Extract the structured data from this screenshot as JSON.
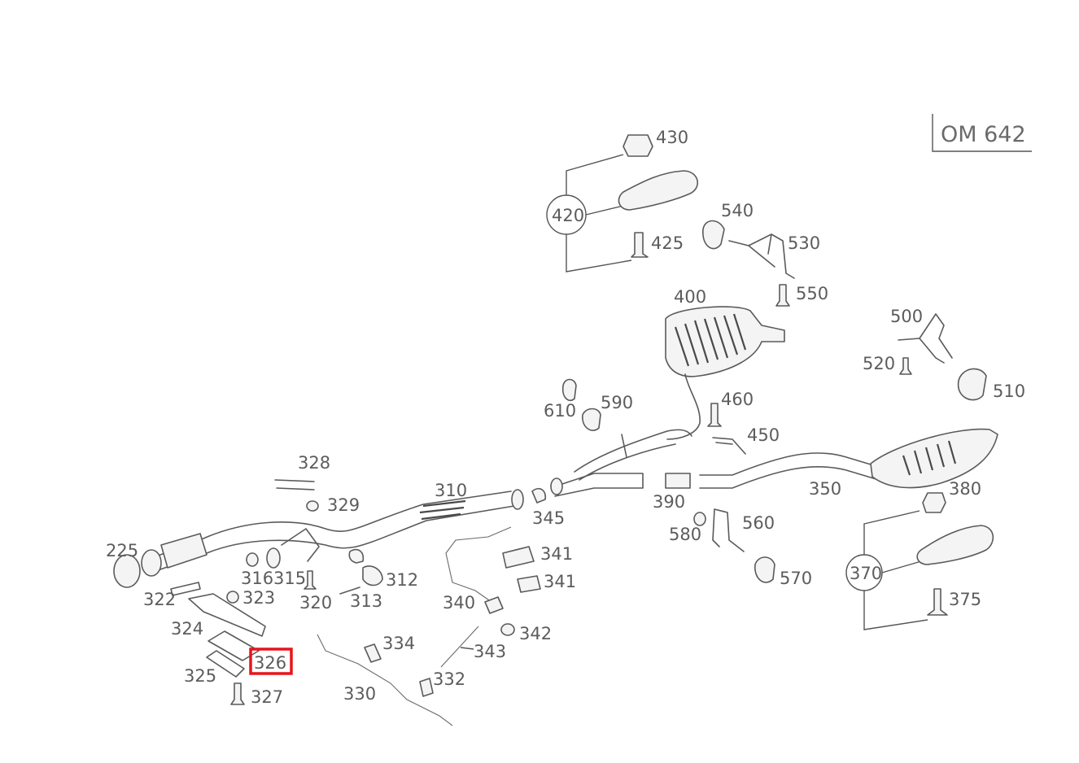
{
  "diagram": {
    "engine_code": "OM 642",
    "highlighted_part": "326",
    "highlight_color": "#e8141b",
    "parts": {
      "p225": "225",
      "p310": "310",
      "p312": "312",
      "p313": "313",
      "p315": "315",
      "p316": "316",
      "p320": "320",
      "p322": "322",
      "p323": "323",
      "p324": "324",
      "p325": "325",
      "p326": "326",
      "p327": "327",
      "p328": "328",
      "p329": "329",
      "p330": "330",
      "p332": "332",
      "p334": "334",
      "p340": "340",
      "p341a": "341",
      "p341b": "341",
      "p342": "342",
      "p343": "343",
      "p345": "345",
      "p350": "350",
      "p370": "370",
      "p375": "375",
      "p380": "380",
      "p390": "390",
      "p400": "400",
      "p420": "420",
      "p425": "425",
      "p430": "430",
      "p450": "450",
      "p460": "460",
      "p500": "500",
      "p510": "510",
      "p520": "520",
      "p530": "530",
      "p540": "540",
      "p550": "550",
      "p560": "560",
      "p570": "570",
      "p580": "580",
      "p590": "590",
      "p610": "610"
    }
  }
}
